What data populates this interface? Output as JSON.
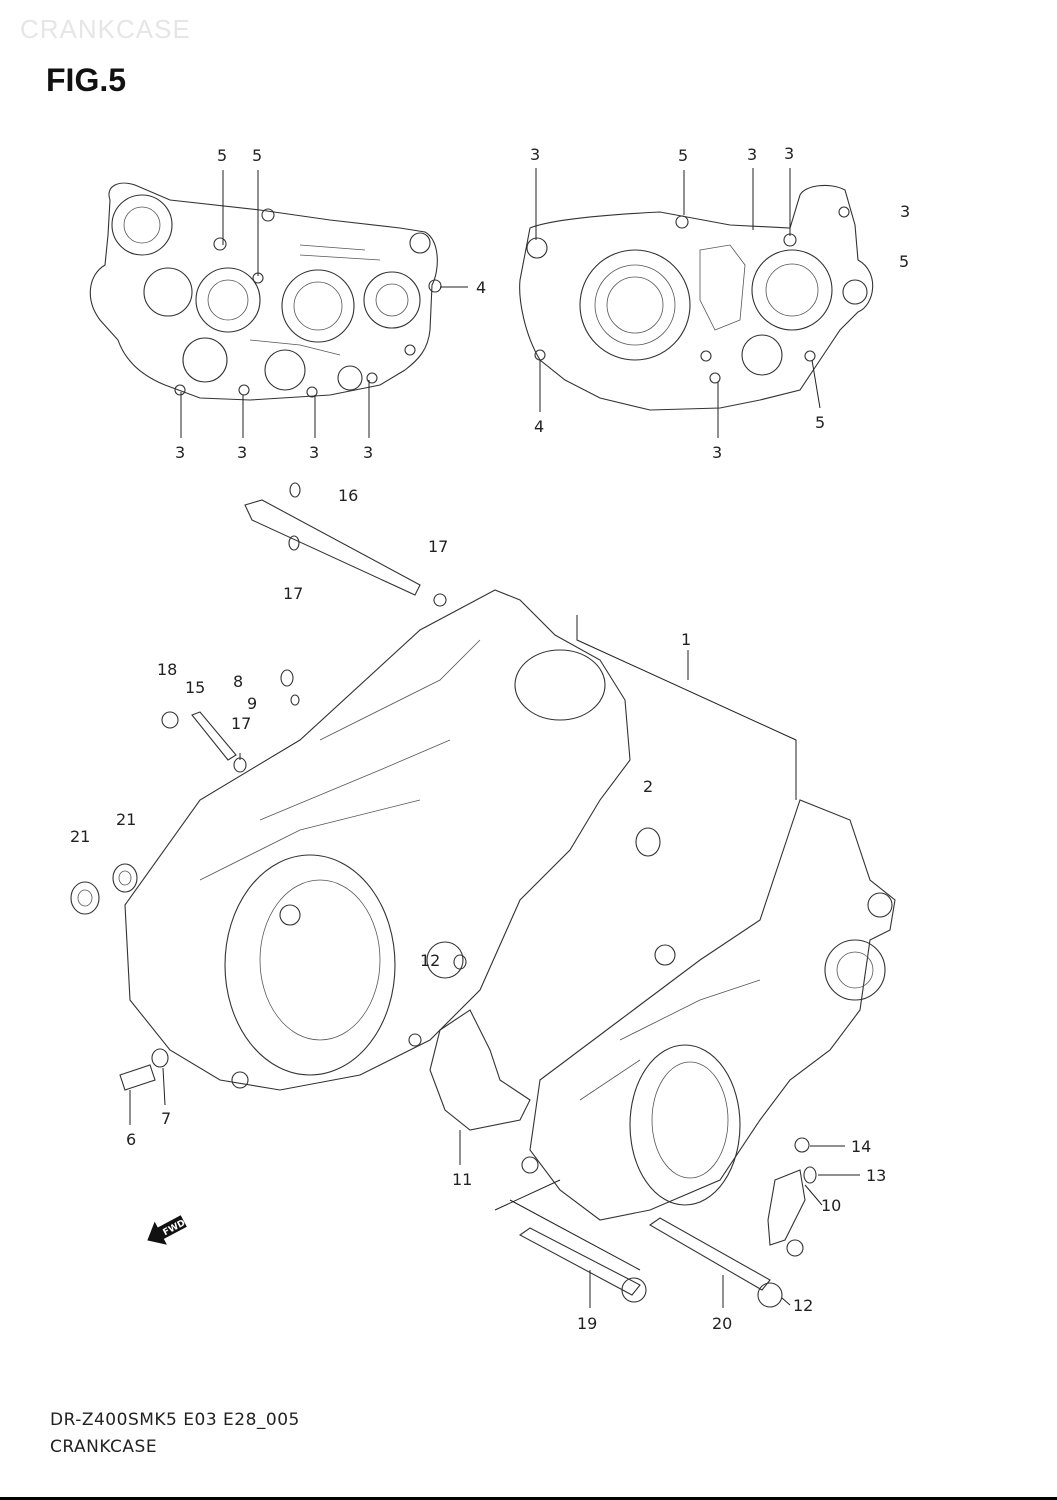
{
  "header": {
    "watermark": "CRANKCASE",
    "figure_label": "FIG.5"
  },
  "footer": {
    "model_code": "DR-Z400SMK5 E03 E28_005",
    "section_name": "CRANKCASE"
  },
  "fwd_arrow": {
    "label": "FWD"
  },
  "callouts": [
    "5",
    "5",
    "3",
    "3",
    "3",
    "3",
    "4",
    "3",
    "5",
    "3",
    "3",
    "3",
    "5",
    "4",
    "3",
    "5",
    "16",
    "17",
    "17",
    "1",
    "18",
    "15",
    "8",
    "9",
    "17",
    "2",
    "21",
    "21",
    "12",
    "11",
    "6",
    "7",
    "14",
    "13",
    "10",
    "19",
    "20",
    "12"
  ]
}
